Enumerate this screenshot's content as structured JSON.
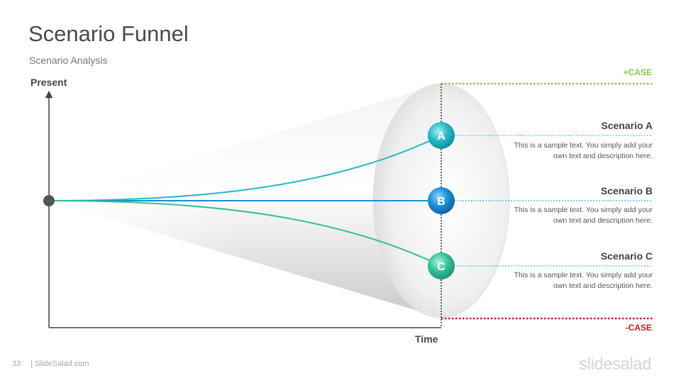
{
  "slide": {
    "title": "Scenario Funnel",
    "subtitle": "Scenario Analysis",
    "page_number": "33",
    "footer_text": "| SlideSalad.com",
    "brand": "slidesalad"
  },
  "axes": {
    "y_label": "Present",
    "x_label": "Time"
  },
  "cases": {
    "plus": "+CASE",
    "minus": "-CASE"
  },
  "scenarios": [
    {
      "marker": "A",
      "title": "Scenario A",
      "description": "This is a sample text. You simply add your own text and description here.",
      "color": "#26b8c9"
    },
    {
      "marker": "B",
      "title": "Scenario B",
      "description": "This is a sample text. You simply add your own text and description here.",
      "color": "#1a8fd6"
    },
    {
      "marker": "C",
      "title": "Scenario C",
      "description": "This is a sample text. You simply add your own text and description here.",
      "color": "#33c19a"
    }
  ],
  "colors": {
    "plus_case": "#8cc63f",
    "minus_case": "#d0191c",
    "axis": "#444444"
  }
}
